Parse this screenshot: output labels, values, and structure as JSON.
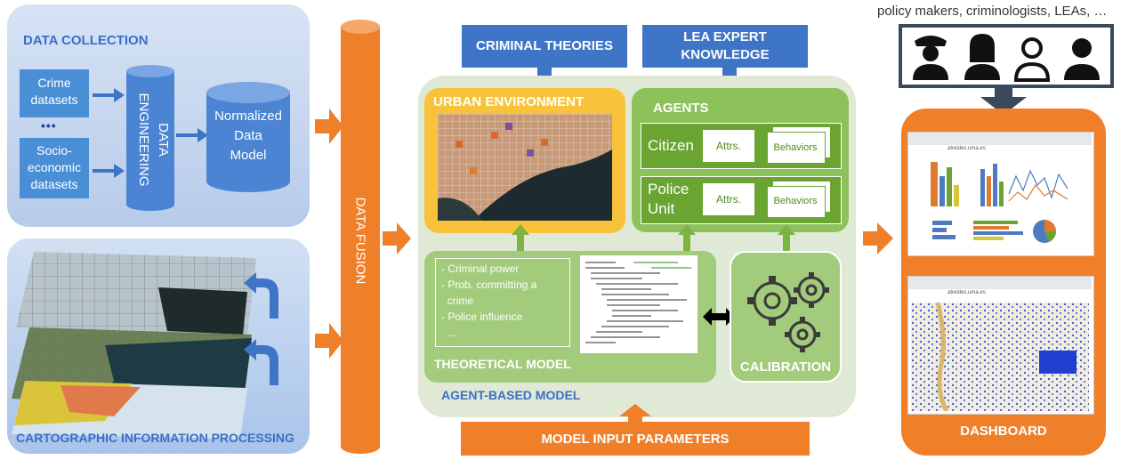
{
  "data_collection": {
    "title": "DATA COLLECTION",
    "crime_datasets": "Crime\ndatasets",
    "ellipsis": "•••",
    "socio_datasets": "Socio-\neconomic\ndatasets",
    "data_engineering": "DATA\nENGINEERING",
    "normalized_model": "Normalized\nData\nModel"
  },
  "cartographic": {
    "title": "CARTOGRAPHIC INFORMATION  PROCESSING"
  },
  "data_fusion": "DATA FUSION",
  "criminal_theories": "CRIMINAL THEORIES",
  "lea_expert": "LEA EXPERT\nKNOWLEDGE",
  "urban_environment": "URBAN ENVIRONMENT",
  "agents": {
    "title": "AGENTS",
    "citizen": "Citizen",
    "police_unit": "Police\nUnit",
    "attrs": "Attrs.",
    "behaviors": "Behaviors"
  },
  "theoretical_model": {
    "title": "THEORETICAL MODEL",
    "items": [
      "- Criminal power",
      "- Prob. committing a",
      "  crime",
      "- Police influence",
      "  ..."
    ]
  },
  "calibration": "CALIBRATION",
  "agent_based_model": "AGENT-BASED MODEL",
  "model_input_parameters": "MODEL INPUT PARAMETERS",
  "stakeholders": "policy makers, criminologists, LEAs, …",
  "dashboard": {
    "title": "DASHBOARD",
    "url": "atreides.uma.es"
  },
  "colors": {
    "blue_panel": "#c6d6ee",
    "orange": "#f07f2a",
    "blue": "#3f75c6",
    "green": "#7cb342",
    "green_panel": "#dce8d2",
    "yellow": "#f8c23a"
  }
}
